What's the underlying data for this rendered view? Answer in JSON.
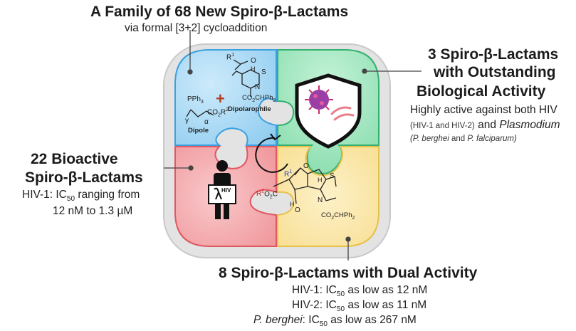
{
  "top": {
    "title": "A Family of 68 New Spiro-β-Lactams",
    "subtitle": "via formal [3+2] cycloaddition"
  },
  "right": {
    "title_line1": "3 Spiro-β-Lactams",
    "title_line2": "with Outstanding",
    "title_line3": "Biological Activity",
    "text_line1": "Highly active against both HIV",
    "text_line2_small": "(HIV-1 and HIV-2)",
    "text_line2_mid": " and ",
    "text_line2_italic": "Plasmodium",
    "text_line3_italic_a": "P. berghei",
    "text_line3_mid": " and ",
    "text_line3_italic_b": "P. falciparum",
    "text_line3_open": "(",
    "text_line3_close": ")"
  },
  "left": {
    "title_line1": "22 Bioactive",
    "title_line2": "Spiro-β-Lactams",
    "text_line1_a": "HIV-1: IC",
    "text_line1_sub": "50",
    "text_line1_b": " ranging from",
    "text_line2": "12 nM to 1.3 µM"
  },
  "bottom": {
    "title": "8 Spiro-β-Lactams with Dual Activity",
    "line1_a": "HIV-1: IC",
    "line1_sub": "50",
    "line1_b": " as low as 12 nM",
    "line2_a": "HIV-2: IC",
    "line2_sub": "50",
    "line2_b": " as low as 11 nM",
    "line3_italic": "P. berghei",
    "line3_a": ": IC",
    "line3_sub": "50",
    "line3_b": " as low as 267 nM"
  },
  "chem": {
    "r1": "R",
    "r1_sup": "1",
    "pph3": "PPh",
    "pph3_sub": "3",
    "plus": "+",
    "co2r2": "CO",
    "co2r2_sub": "2",
    "co2r2_r": "R",
    "co2r2_sup": "2",
    "gamma": "γ",
    "alpha": "α",
    "dipole": "Dipole",
    "dipolarophile": "Dipolarophile",
    "co2chph2": "CO",
    "co2chph2_sub": "2",
    "co2chph2_tail": "CHPh",
    "co2chph2_sub2": "2",
    "h": "H",
    "s": "S",
    "n": "N",
    "o": "O",
    "r1b": "R",
    "r1b_sup": "1",
    "r2b": "R",
    "r2b_sup": "2",
    "o2c": "O",
    "o2c_sub": "2",
    "o2c_c": "C",
    "hiv_label": "HIV"
  },
  "colors": {
    "blue_piece": "#a6d8f4",
    "green_piece": "#9fe6be",
    "red_piece": "#f4a3a6",
    "yellow_piece": "#fbe6a4",
    "frame": "#d9d9d9",
    "r1_blue": "#2040c0",
    "r2_red": "#cc2020"
  }
}
